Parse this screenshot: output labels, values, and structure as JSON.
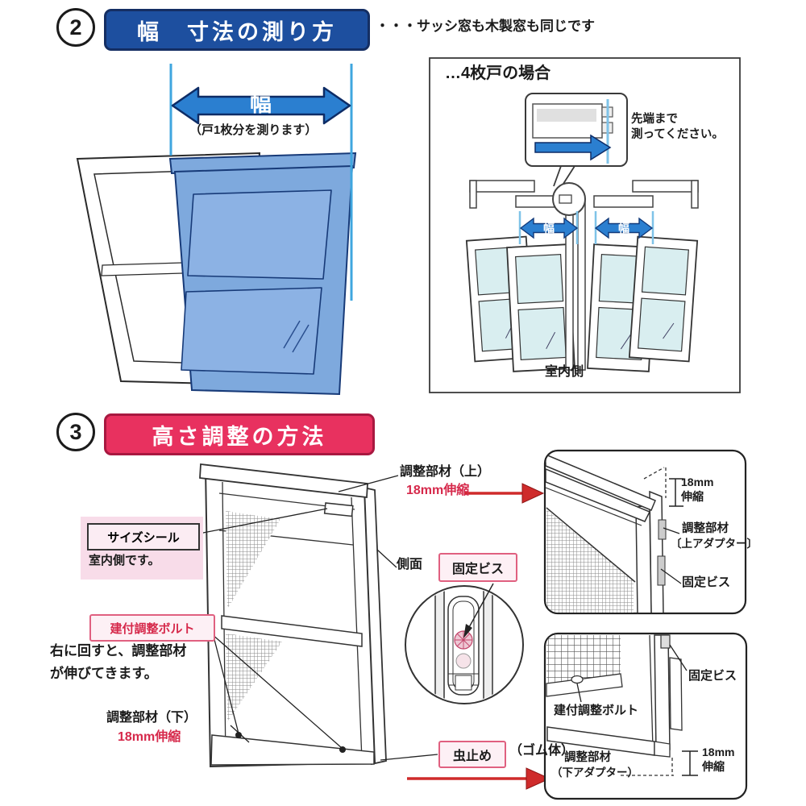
{
  "colors": {
    "title_blue": "#1d4f9f",
    "title_pink": "#e8315f",
    "arrow_blue": "#2b7fd0",
    "guide_blue": "#3fa6df",
    "door_blue": "#7ea9dd",
    "glass_cyan": "#d9eef0",
    "accent_red": "#d6294b",
    "label_pink_border": "#e06080",
    "label_pink_bg": "#f8dce9",
    "red_arrow": "#cf2b2b"
  },
  "section_width": {
    "number": "2",
    "title": "幅　寸法の測り方",
    "subtitle": "・・・サッシ窓も木製窓も同じです",
    "arrow_label": "幅",
    "arrow_note": "（戸1枚分を測ります）",
    "four_door": {
      "heading": "…4枚戸の場合",
      "tip_line1": "先端まで",
      "tip_line2": "測ってください。",
      "width_left": "幅",
      "width_right": "幅",
      "indoor_side": "室内側"
    }
  },
  "section_height": {
    "number": "3",
    "title": "高さ調整の方法",
    "labels": {
      "adjust_top": "調整部材（上）",
      "adjust_top_stretch": "18mm伸縮",
      "size_seal": "サイズシール",
      "size_seal_note": "室内側です。",
      "side_face": "側面",
      "fixing_screw": "固定ビス",
      "fitting_bolt": "建付調整ボルト",
      "bolt_note_line1": "右に回すと、調整部材",
      "bolt_note_line2": "が伸びてきます。",
      "adjust_bottom": "調整部材（下）",
      "adjust_bottom_stretch": "18mm伸縮",
      "bug_stop": "虫止め",
      "bug_stop_note": "（ゴム体）"
    },
    "top_detail": {
      "dim_line1": "18mm",
      "dim_line2": "伸縮",
      "part_line1": "調整部材",
      "part_line2": "〔上アダプター〕",
      "fixing_screw": "固定ビス"
    },
    "bottom_detail": {
      "fixing_screw": "固定ビス",
      "fitting_bolt": "建付調整ボルト",
      "part_line1": "調整部材",
      "part_line2": "（下アダプター）",
      "dim_line1": "18mm",
      "dim_line2": "伸縮"
    }
  }
}
